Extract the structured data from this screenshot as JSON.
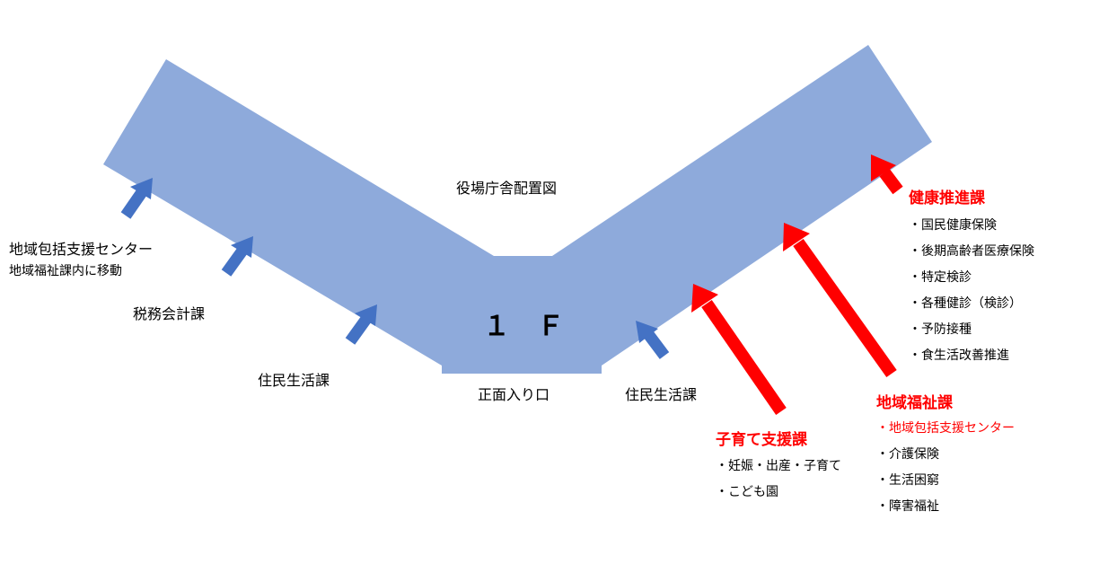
{
  "title": "役場庁舎配置図",
  "floor": "１Ｆ",
  "entrance": "正面入り口",
  "colors": {
    "building": "#8eaadb",
    "blue_arrow": "#4472c4",
    "red": "#ff0000"
  },
  "left_labels": {
    "center": "地域包括支援センター",
    "center_note": "地域福祉課内に移動",
    "tax": "税務会計課",
    "residents_left": "住民生活課"
  },
  "residents_right": "住民生活課",
  "kosodate": {
    "title": "子育て支援課",
    "items": [
      "妊娠・出産・子育て",
      "こども園"
    ]
  },
  "kenko": {
    "title": "健康推進課",
    "items": [
      "国民健康保険",
      "後期高齢者医療保険",
      "特定検診",
      "各種健診（検診）",
      "予防接種",
      "食生活改善推進"
    ]
  },
  "fukushi": {
    "title": "地域福祉課",
    "items": [
      "地域包括支援センター",
      "介護保険",
      "生活困窮",
      "障害福祉"
    ]
  }
}
